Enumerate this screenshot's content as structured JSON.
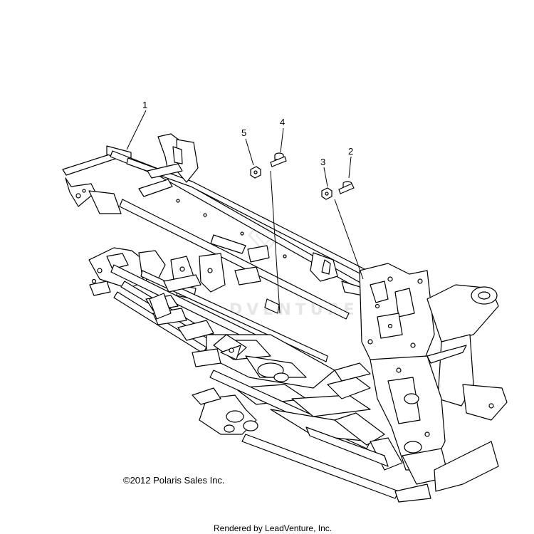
{
  "callouts": [
    {
      "id": "1",
      "label": "1"
    },
    {
      "id": "2",
      "label": "2"
    },
    {
      "id": "3",
      "label": "3"
    },
    {
      "id": "4",
      "label": "4"
    },
    {
      "id": "5",
      "label": "5"
    }
  ],
  "copyright": "©2012 Polaris Sales Inc.",
  "footer": "Rendered by LeadVenture, Inc.",
  "watermark": "DVENTURE"
}
